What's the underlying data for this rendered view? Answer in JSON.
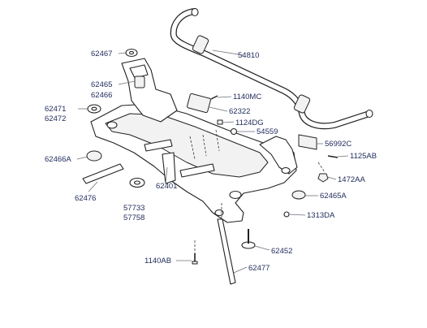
{
  "labels": {
    "l62467": "62467",
    "l54810": "54810",
    "l62465": "62465",
    "l62466": "62466",
    "l1140MC": "1140MC",
    "l62471": "62471",
    "l62472": "62472",
    "l62322": "62322",
    "l1124DG": "1124DG",
    "l54559": "54559",
    "l56992C": "56992C",
    "l62466A": "62466A",
    "l1125AB": "1125AB",
    "l1472AA": "1472AA",
    "l62476": "62476",
    "l57733": "57733",
    "l57758": "57758",
    "l62401": "62401",
    "l62465A": "62465A",
    "l1313DA": "1313DA",
    "l62452": "62452",
    "l1140AB": "1140AB",
    "l62477": "62477"
  }
}
